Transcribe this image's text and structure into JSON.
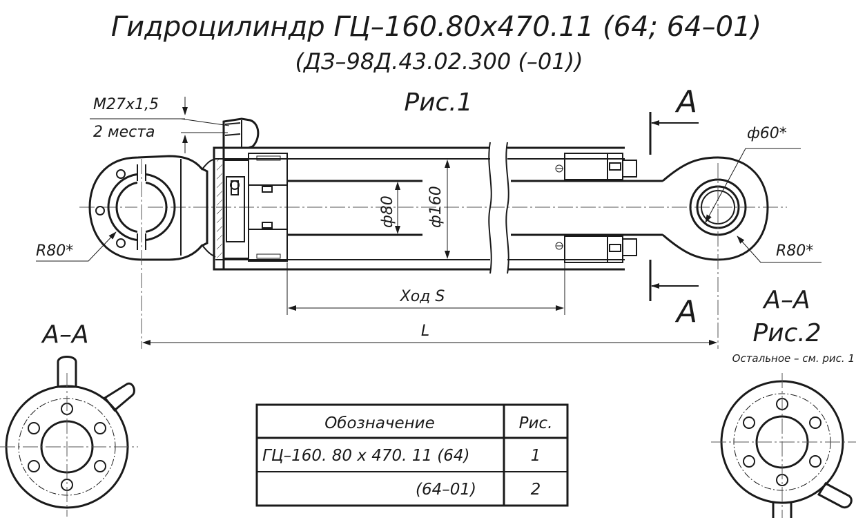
{
  "title": {
    "line1": "Гидроцилиндр  ГЦ–160.80х470.11 (64;  64–01)",
    "line2": "(ДЗ–98Д.43.02.300 (–01))"
  },
  "figures": {
    "fig1": "Рис.1",
    "fig2": "Рис.2",
    "section_letter": "А",
    "section_label_left": "А–А",
    "section_label_right": "А–А",
    "rest_note": "Остальное – см. рис. 1"
  },
  "dimensions": {
    "port_thread": "М27х1,5",
    "port_count": "2 места",
    "radius_left": "R80*",
    "radius_right": "R80*",
    "pin_diameter": "ф60*",
    "rod_diameter": "ф80",
    "bore_diameter": "ф160",
    "stroke": "Ход S",
    "length": "L"
  },
  "table": {
    "headers": [
      "Обозначение",
      "Рис."
    ],
    "rows": [
      {
        "designation": "ГЦ–160. 80 х 470. 11 (64)",
        "figure": "1"
      },
      {
        "designation": "(64–01)",
        "figure": "2"
      }
    ]
  },
  "colors": {
    "ink": "#1a1a1a",
    "paper": "#ffffff"
  }
}
